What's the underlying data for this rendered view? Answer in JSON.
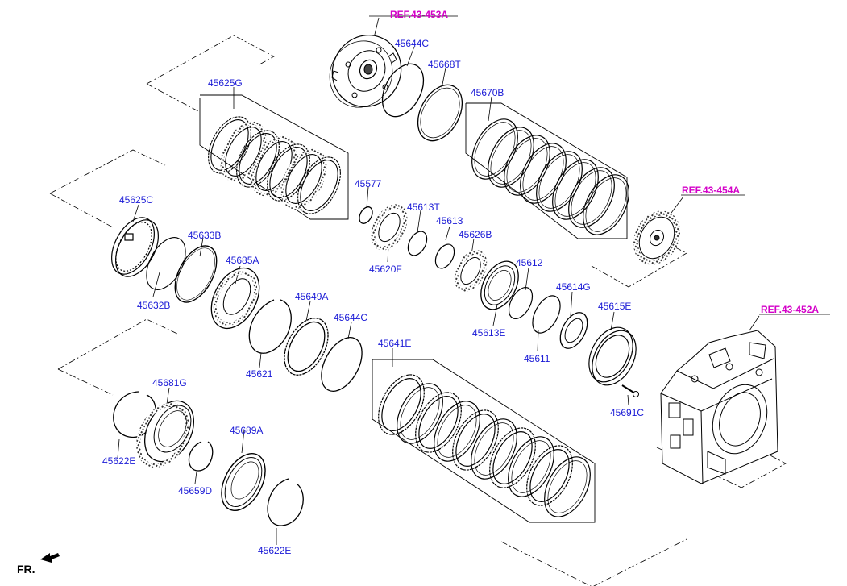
{
  "colors": {
    "part_number": "#1a1ad6",
    "reference": "#d400c8",
    "line": "#000000"
  },
  "references": {
    "r453": "REF.43-453A",
    "r454": "REF.43-454A",
    "r452": "REF.43-452A"
  },
  "parts": {
    "p45625G": "45625G",
    "p45644C_top": "45644C",
    "p45668T": "45668T",
    "p45670B": "45670B",
    "p45625C": "45625C",
    "p45633B": "45633B",
    "p45632B": "45632B",
    "p45685A": "45685A",
    "p45577": "45577",
    "p45613T": "45613T",
    "p45613": "45613",
    "p45626B": "45626B",
    "p45620F": "45620F",
    "p45612": "45612",
    "p45613E": "45613E",
    "p45614G": "45614G",
    "p45611": "45611",
    "p45615E": "45615E",
    "p45691C": "45691C",
    "p45649A": "45649A",
    "p45644C_mid": "45644C",
    "p45621": "45621",
    "p45641E": "45641E",
    "p45681G": "45681G",
    "p45622E_left": "45622E",
    "p45689A": "45689A",
    "p45659D": "45659D",
    "p45622E_bottom": "45622E"
  },
  "direction_label": "FR."
}
